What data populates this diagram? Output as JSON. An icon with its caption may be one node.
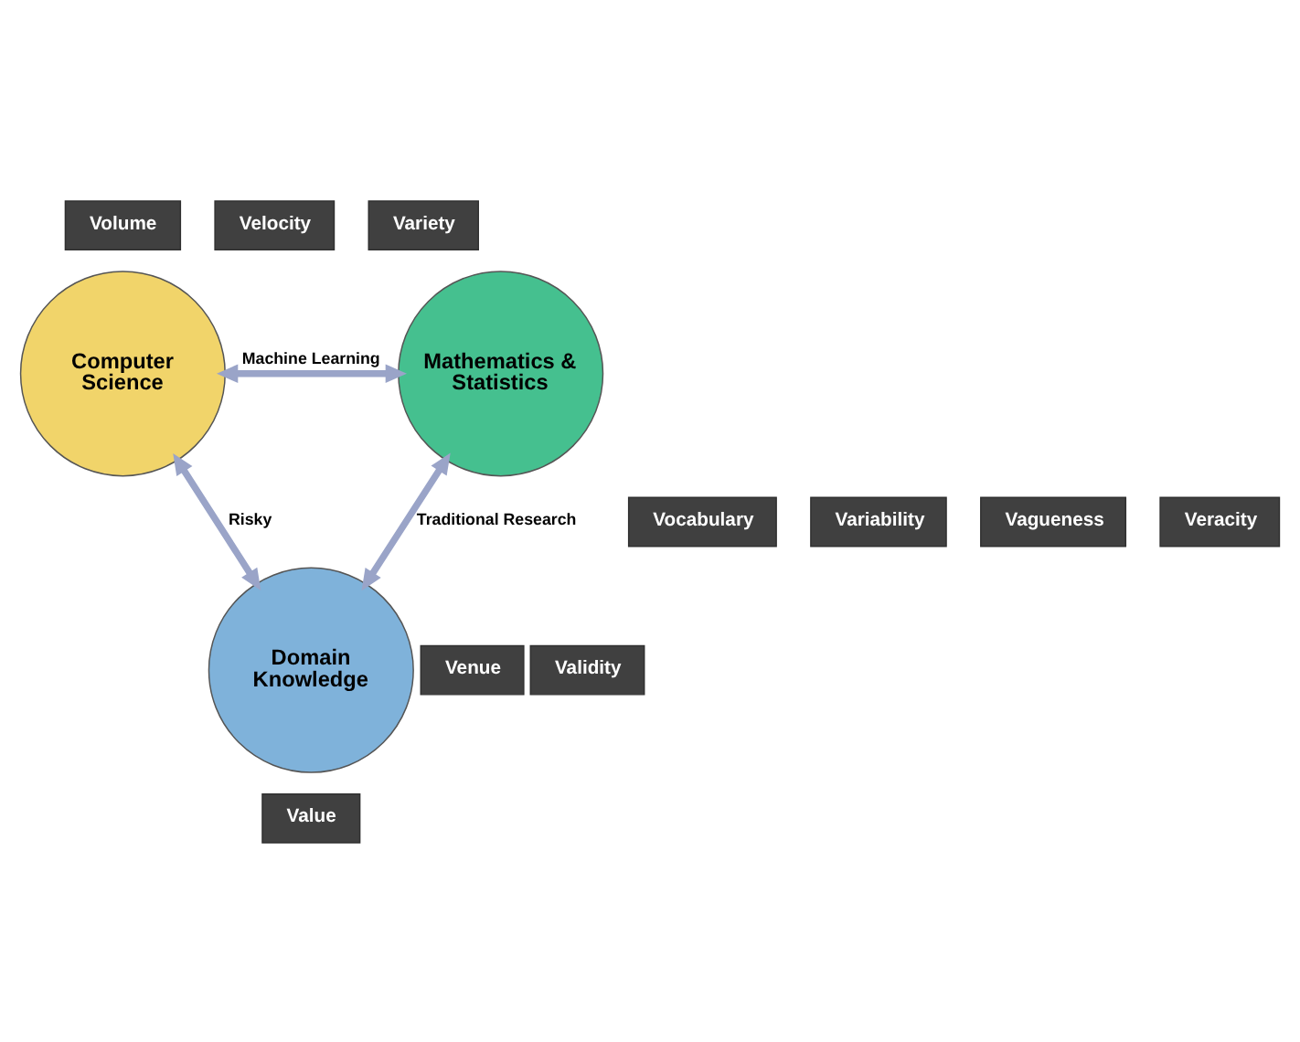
{
  "diagram": {
    "nodes": [
      {
        "text": [
          "Volume"
        ]
      },
      {
        "text": [
          "Velocity"
        ]
      },
      {
        "text": [
          "Variety"
        ]
      },
      {
        "text": [
          "Computer Science"
        ]
      },
      {
        "text": [
          "Mathematics & Statistics"
        ]
      },
      {
        "text": [
          "Vocabulary"
        ]
      },
      {
        "text": [
          "Vagueness"
        ]
      },
      {
        "text": [
          "Variability"
        ]
      },
      {
        "text": [
          "Veracity"
        ]
      },
      {
        "text": [
          "Venue"
        ]
      },
      {
        "text": [
          "Validity"
        ]
      },
      {
        "text": [
          "Domain Knowledge"
        ]
      },
      {
        "text": [
          "Value"
        ]
      }
    ],
    "edges": [
      {
        "from": 3,
        "to": 4,
        "arrow": "both",
        "label": "Machine Learning"
      },
      {
        "from": 3,
        "to": 11,
        "arrow": "both",
        "label": "Risky"
      },
      {
        "from": 4,
        "to": 11,
        "arrow": "both",
        "label": "Traditional Research"
      }
    ]
  }
}
